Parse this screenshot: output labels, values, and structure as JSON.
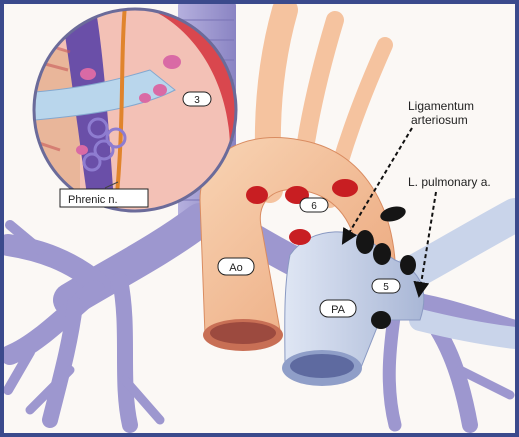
{
  "labels": {
    "ligamentum_line1": "Ligamentum",
    "ligamentum_line2": "arteriosum",
    "pulmonary_artery_left": "L. pulmonary a.",
    "phrenic_nerve": "Phrenic n.",
    "aorta": "Ao",
    "pulmonary_artery": "PA",
    "node_3": "3",
    "node_5": "5",
    "node_6": "6"
  },
  "colors": {
    "frame": "#3b4a8c",
    "background": "#fbf8f5",
    "trachea_bronchi": "#9d97cf",
    "aorta": "#f5c39f",
    "pulmonary_artery": "#c9d4ea",
    "lymph_node_red": "#c81e22",
    "lymph_node_black": "#151515"
  }
}
